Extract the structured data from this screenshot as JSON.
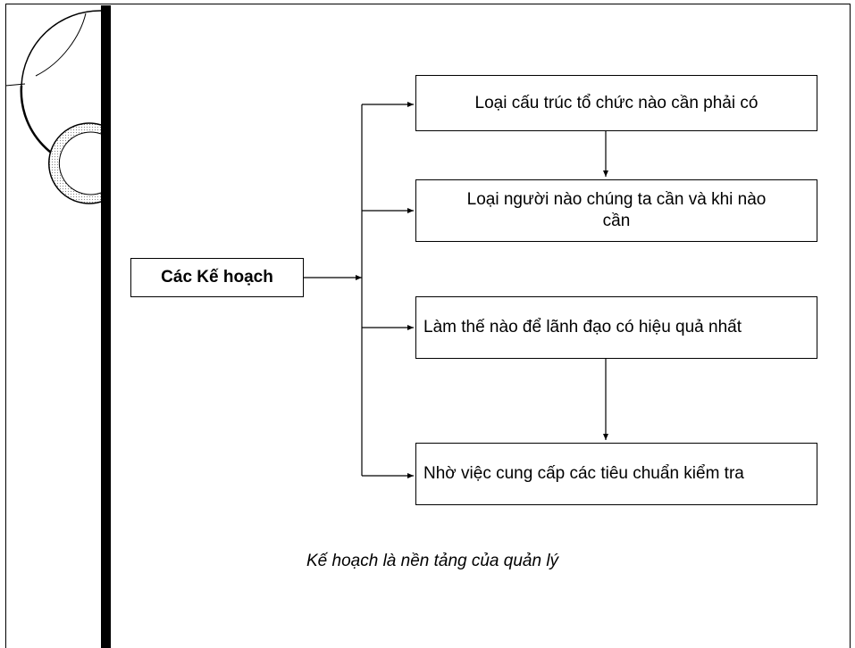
{
  "root": {
    "label": "Các Kế hoạch"
  },
  "nodes": [
    {
      "label": "Loại cấu trúc tổ chức nào cần phải có"
    },
    {
      "label": "Loại  người nào chúng ta cần và khi nào cần"
    },
    {
      "label": "Làm thế nào để lãnh đạo có hiệu quả nhất"
    },
    {
      "label": "Nhờ việc cung cấp các tiêu chuẩn kiểm tra"
    }
  ],
  "caption": "Kế hoạch là nền tảng của quản lý"
}
